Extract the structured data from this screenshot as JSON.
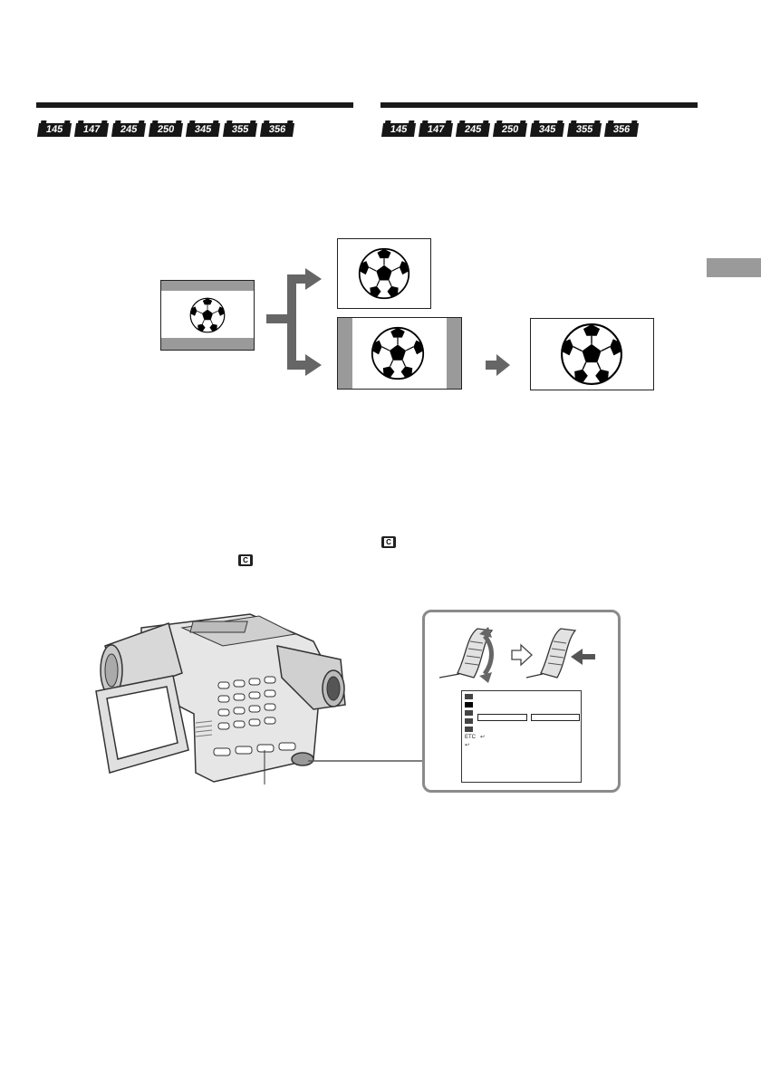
{
  "models_left": [
    "145",
    "147",
    "245",
    "250",
    "345",
    "355",
    "356"
  ],
  "models_right": [
    "145",
    "147",
    "245",
    "250",
    "345",
    "355",
    "356"
  ],
  "icons": {
    "source_image": "soccer-ball-wide-image-icon",
    "target_4_3": "soccer-ball-squeezed-icon",
    "target_16_9": "soccer-ball-pillarbox-icon",
    "result": "soccer-ball-full-icon",
    "arrow": "right-arrow-icon",
    "camera_icon": "camera-set-menu-icon",
    "camcorder": "camcorder-illustration",
    "dial": "selector-dial-icon"
  },
  "menu_screen": {
    "etc_label": "ETC"
  },
  "inline_icon_glyph": "C",
  "colors": {
    "rule": "#1a1a1a",
    "badge": "#161616",
    "side_tab": "#9a9a9a",
    "bar_gray": "#999999",
    "panel_border": "#8a8a8a"
  }
}
